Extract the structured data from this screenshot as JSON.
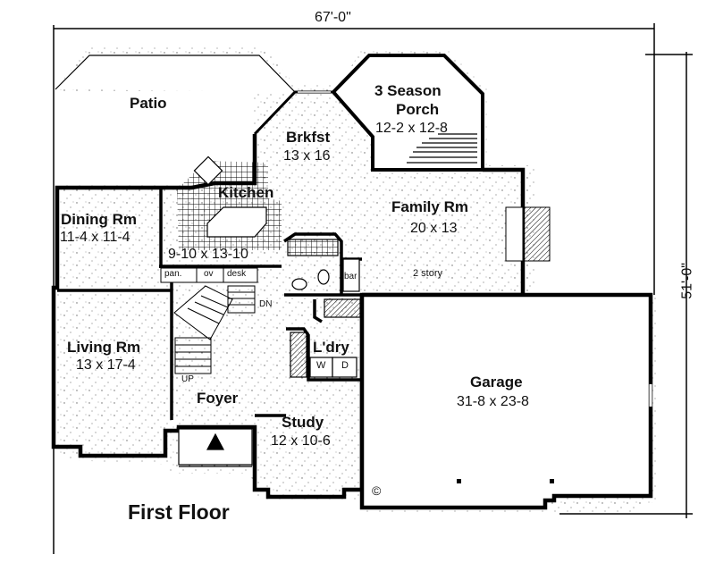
{
  "plan": {
    "title": "First Floor",
    "overall_width": "67'-0\"",
    "overall_depth": "51'-0\"",
    "copyright_symbol": "©",
    "rooms": {
      "patio": {
        "name": "Patio"
      },
      "brkfst": {
        "name": "Brkfst",
        "dims": "13 x 16"
      },
      "porch": {
        "name_line1": "3 Season",
        "name_line2": "Porch",
        "dims": "12-2 x 12-8"
      },
      "kitchen": {
        "name": "Kitchen",
        "dims": "9-10 x 13-10"
      },
      "dining": {
        "name": "Dining Rm",
        "dims": "11-4 x 11-4"
      },
      "family": {
        "name": "Family Rm",
        "dims": "20 x 13",
        "note": "2 story"
      },
      "living": {
        "name": "Living Rm",
        "dims": "13 x 17-4"
      },
      "foyer": {
        "name": "Foyer"
      },
      "study": {
        "name": "Study",
        "dims": "12 x 10-6"
      },
      "laundry": {
        "name": "L'dry",
        "washer": "W",
        "dryer": "D"
      },
      "garage": {
        "name": "Garage",
        "dims": "31-8 x 23-8"
      }
    },
    "fixtures": {
      "pantry": "pan.",
      "oven": "ov",
      "desk": "desk",
      "bar": "bar",
      "stairs_down": "DN",
      "stairs_up": "UP"
    },
    "colors": {
      "wall": "#000000",
      "background": "#ffffff",
      "ink": "#111111"
    }
  }
}
